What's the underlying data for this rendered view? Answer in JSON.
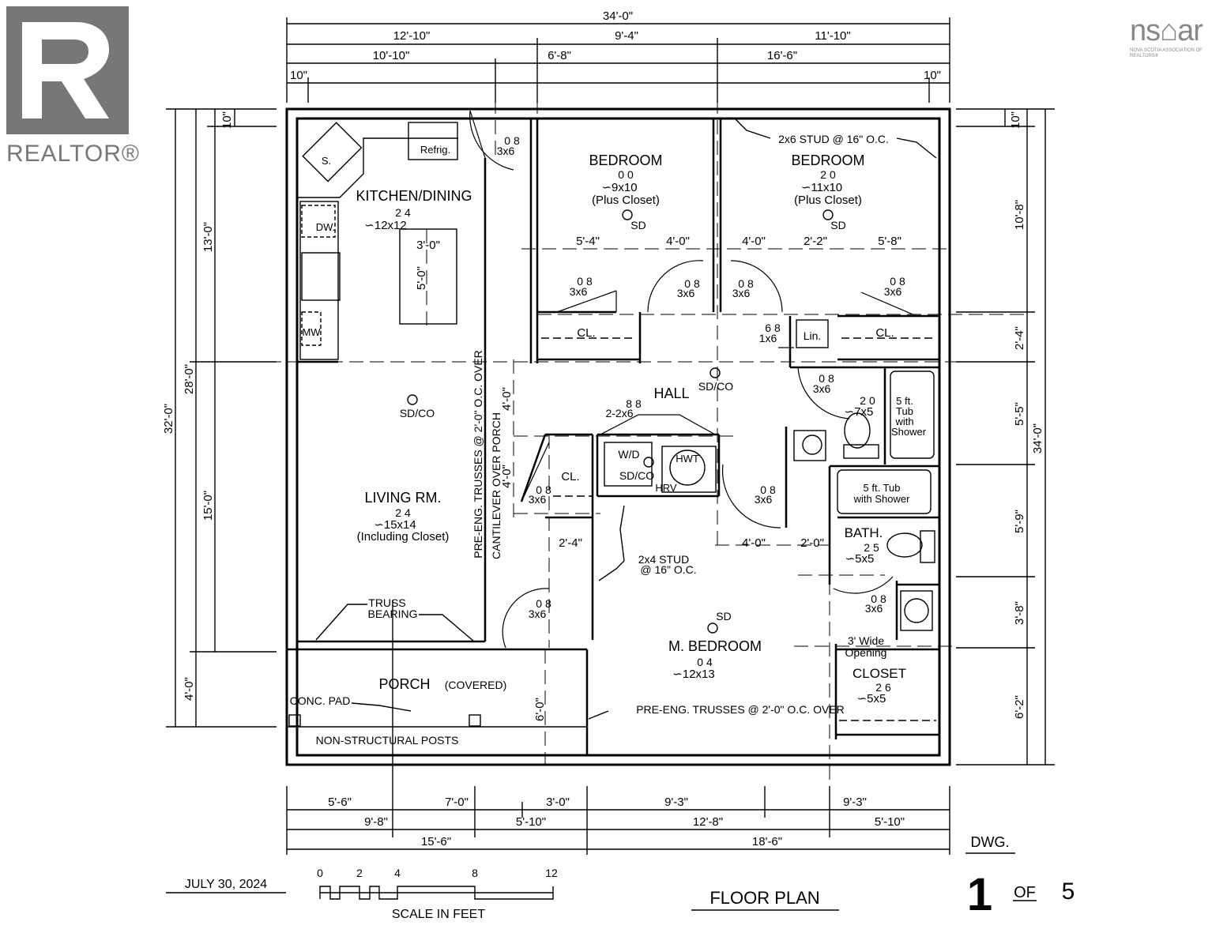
{
  "logos": {
    "realtor": "REALTOR®",
    "nsar": "ns⌂ar",
    "nsar_sub": "NOVA SCOTIA ASSOCIATION OF REALTORS®"
  },
  "dimensions_top": {
    "overall": "34'-0\"",
    "row1": [
      "12'-10\"",
      "9'-4\"",
      "11'-10\""
    ],
    "row2": [
      "10'-10\"",
      "6'-8\"",
      "16'-6\""
    ],
    "left_offset": "10\"",
    "right_offset": "10\""
  },
  "dimensions_left": {
    "overall": "32'-0\"",
    "inner": "28'-0\"",
    "upper": "13'-0\"",
    "lower": "15'-0\"",
    "porch": "4'-0\"",
    "top_offset": "10\""
  },
  "dimensions_right": {
    "overall": "34'-0\"",
    "top_offset": "10\"",
    "segments": [
      "10'-8\"",
      "2'-4\"",
      "5'-5\"",
      "5'-9\"",
      "3'-8\"",
      "6'-2\""
    ]
  },
  "dimensions_bottom": {
    "row1": [
      "5'-6\"",
      "7'-0\"",
      "3'-0\"",
      "9'-3\"",
      "9'-3\""
    ],
    "row2": [
      "9'-8\"",
      "5'-10\"",
      "12'-8\"",
      "5'-10\""
    ],
    "row3": [
      "15'-6\"",
      "18'-6\""
    ]
  },
  "interior_dims": {
    "bedroom2_left": "5'-4\"",
    "bedroom2_right": "4'-0\"",
    "bedroom3_left": "4'-0\"",
    "bedroom3_mid": "2'-2\"",
    "bedroom3_right": "5'-8\"",
    "hall_v1": "4'-0\"",
    "hall_v2": "4'-0\"",
    "closet_w": "2'-4\"",
    "hall_w": "4'-0\"",
    "bath_gap": "2'-0\"",
    "porch_step": "6'-0\"",
    "island_w": "3'-0\"",
    "island_h": "5'-0\""
  },
  "rooms": {
    "kitchen": {
      "name": "KITCHEN/DINING",
      "ceiling": "2 4",
      "size": "∽12x12"
    },
    "bedroom2": {
      "name": "BEDROOM",
      "ceiling": "0 0",
      "size": "∽9x10",
      "note": "(Plus Closet)"
    },
    "bedroom3": {
      "name": "BEDROOM",
      "ceiling": "2 0",
      "size": "∽11x10",
      "note": "(Plus Closet)"
    },
    "living": {
      "name": "LIVING RM.",
      "ceiling": "2 4",
      "size": "∽15x14",
      "note": "(Including Closet)"
    },
    "hall": {
      "name": "HALL"
    },
    "master": {
      "name": "M. BEDROOM",
      "ceiling": "0 4",
      "size": "∽12x13"
    },
    "bath": {
      "name": "BATH.",
      "ceiling": "2 5",
      "size": "∽5x5"
    },
    "closet": {
      "name": "CLOSET",
      "ceiling": "2 6",
      "size": "∽5x5"
    },
    "ensuite": {
      "ceiling": "2 0",
      "size": "∽7x5"
    },
    "porch": {
      "name": "PORCH",
      "note": "(COVERED)"
    }
  },
  "fixtures": {
    "sink": "S.",
    "fridge": "Refrig.",
    "dishwasher": "DW.",
    "microwave": "MW",
    "closet": "CL.",
    "linen": "Lin.",
    "washer_dryer": "W/D",
    "hot_water": "HWT",
    "hrv": "HRV",
    "tub1": [
      "5 ft.",
      "Tub",
      "with",
      "Shower"
    ],
    "tub2": [
      "5 ft. Tub",
      "with Shower"
    ]
  },
  "doors": {
    "d1": {
      "top": "0 8",
      "bottom": "3x6"
    },
    "d2": {
      "top": "0 8",
      "bottom": "3x6"
    },
    "d3": {
      "top": "0 8",
      "bottom": "3x6"
    },
    "d4": {
      "top": "0 8",
      "bottom": "3x6"
    },
    "d5": {
      "top": "0 8",
      "bottom": "3x6"
    },
    "d6": {
      "top": "6 8",
      "bottom": "1x6"
    },
    "d7": {
      "top": "0 8",
      "bottom": "3x6"
    },
    "d8": {
      "top": "8 8",
      "bottom": "2-2x6"
    },
    "d9": {
      "top": "0 8",
      "bottom": "3x6"
    },
    "d10": {
      "top": "0 8",
      "bottom": "3x6"
    },
    "d11": {
      "top": "0 8",
      "bottom": "3x6"
    },
    "d12": {
      "top": "0 8",
      "bottom": "3x6"
    }
  },
  "detectors": {
    "sd": "SD",
    "sdco": "SD/CO"
  },
  "annotations": {
    "stud_2x6": "2x6 STUD @ 16\" O.C.",
    "stud_2x4_line1": "2x4 STUD",
    "stud_2x4_line2": "@ 16\" O.C.",
    "trusses_vertical": "PRE-ENG. TRUSSES @ 2'-0\" O.C. OVER",
    "cantilever": "CANTILEVER OVER PORCH",
    "trusses_horizontal": "PRE-ENG. TRUSSES @ 2'-0\" O.C. OVER",
    "truss_bearing_1": "TRUSS",
    "truss_bearing_2": "BEARING",
    "conc_pad": "CONC. PAD",
    "posts": "NON-STRUCTURAL POSTS",
    "wide_opening_1": "3' Wide",
    "wide_opening_2": "Opening"
  },
  "title_block": {
    "date": "JULY 30, 2024",
    "scale_label": "SCALE IN FEET",
    "scale_ticks": [
      "0",
      "2",
      "4",
      "8",
      "12"
    ],
    "title": "FLOOR PLAN",
    "dwg": "DWG.",
    "sheet_number": "1",
    "of": "OF",
    "total": "5"
  }
}
